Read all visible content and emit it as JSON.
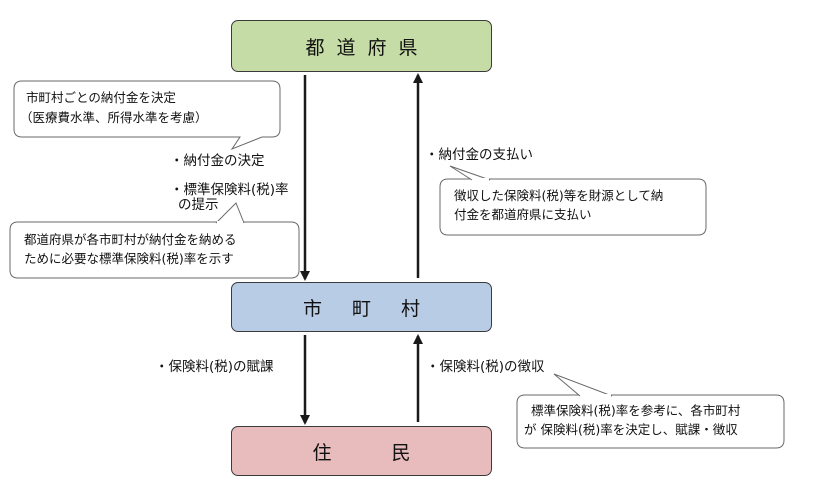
{
  "nodes": {
    "prefecture": "都道府県",
    "municipality": "市町村",
    "residents": "住民"
  },
  "labels": {
    "decide_payment": "・納付金の決定",
    "present_rate_line1": "・標準保険料(税)率",
    "present_rate_line2": "の提示",
    "pay_payment": "・納付金の支払い",
    "levy": "・保険料(税)の賦課",
    "collect": "・保険料(税)の徴収"
  },
  "callouts": {
    "per_muni_line1": "市町村ごとの納付金を決定",
    "per_muni_line2": "（医療費水準、所得水準を考慮）",
    "pref_rate_line1": "都道府県が各市町村が納付金を納める",
    "pref_rate_line2": "ために必要な標準保険料(税)率を示す",
    "pay_line1": "徴収した保険料(税)等を財源として納",
    "pay_line2": "付金を都道府県に支払い",
    "muni_rate_line1": "標準保険料(税)率を参考に、各市町村",
    "muni_rate_line2": "が 保険料(税)率を決定し、賦課・徴収"
  }
}
